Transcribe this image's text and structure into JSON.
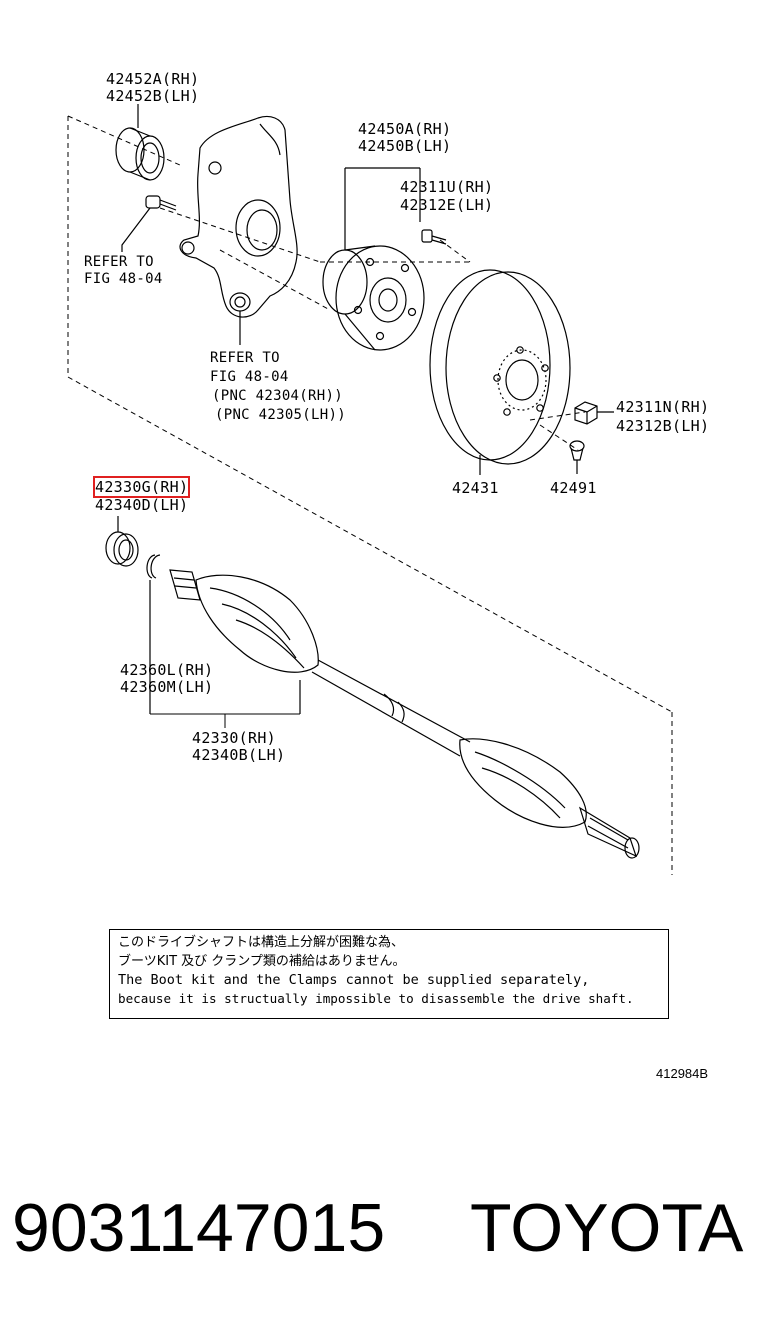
{
  "labels": {
    "bearing_a": "42452A(RH)",
    "bearing_b": "42452B(LH)",
    "hub_a": "42450A(RH)",
    "hub_b": "42450B(LH)",
    "bolt_u": "42311U(RH)",
    "bolt_e": "42312E(LH)",
    "refer_left_1": "REFER TO",
    "refer_left_2": "FIG 48-04",
    "refer_mid_1": "REFER TO",
    "refer_mid_2": "FIG 48-04",
    "refer_mid_3": "(PNC 42304(RH))",
    "refer_mid_4": "(PNC 42305(LH))",
    "nut_n": "42311N(RH)",
    "nut_b": "42312B(LH)",
    "disc": "42431",
    "plug": "42491",
    "shaft_g": "42330G(RH)",
    "shaft_d": "42340D(LH)",
    "boot_l": "42360L(RH)",
    "boot_m": "42360M(LH)",
    "shaft_rh": "42330(RH)",
    "shaft_lh": "42340B(LH)"
  },
  "notice": {
    "jp_line1": "このドライブシャフトは構造上分解が困難な為、",
    "jp_line2": "ブーツKIT 及び クランプ類の補給はありません。",
    "en_line1": "The Boot kit and the Clamps cannot be supplied separately,",
    "en_line2": "because it is structually impossible to disassemble the drive shaft."
  },
  "figure_id": "412984B",
  "footer": {
    "part_number": "9031147015",
    "brand": "TOYOTA"
  },
  "colors": {
    "highlight": "#e02020",
    "line": "#000000"
  }
}
